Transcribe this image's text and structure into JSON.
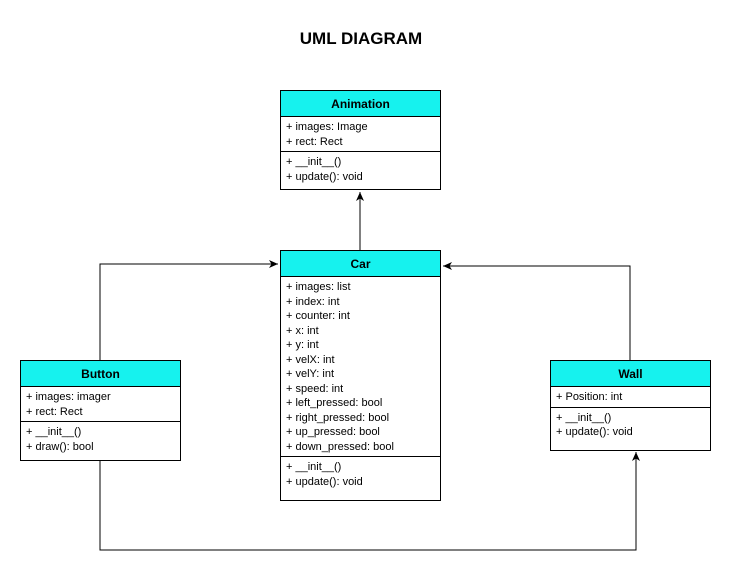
{
  "title": "UML DIAGRAM",
  "colors": {
    "header": "#16f2ee",
    "line": "#000000"
  },
  "classes": {
    "animation": {
      "name": "Animation",
      "attributes": [
        "+ images: Image",
        "+ rect: Rect"
      ],
      "methods": [
        "+ __init__()",
        "+ update(): void"
      ]
    },
    "car": {
      "name": "Car",
      "attributes": [
        "+ images: list",
        "+ index: int",
        "+ counter: int",
        "+ x: int",
        "+ y: int",
        "+ velX: int",
        "+ velY: int",
        "+ speed: int",
        "+ left_pressed: bool",
        "+ right_pressed: bool",
        "+ up_pressed: bool",
        "+ down_pressed: bool"
      ],
      "methods": [
        "+ __init__()",
        "+ update(): void"
      ]
    },
    "button": {
      "name": "Button",
      "attributes": [
        "+ images: imager",
        "+ rect: Rect"
      ],
      "methods": [
        "+ __init__()",
        "+ draw(): bool"
      ]
    },
    "wall": {
      "name": "Wall",
      "attributes": [
        "+ Position: int"
      ],
      "methods": [
        "+ __init__()",
        "+ update(): void"
      ]
    }
  }
}
